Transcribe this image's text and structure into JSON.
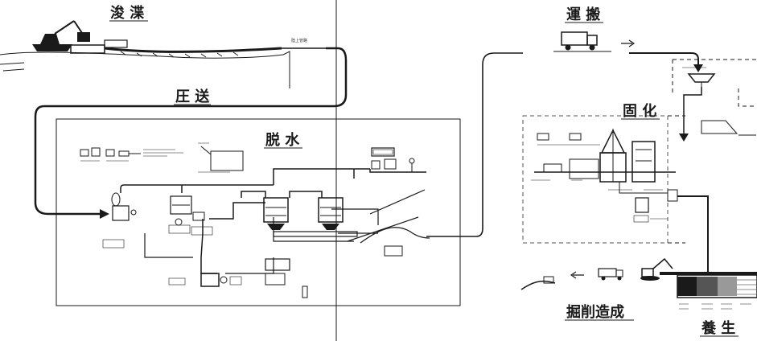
{
  "titles": {
    "dredging": "浚 渫",
    "pumping": "圧 送",
    "dewatering": "脱 水",
    "transport": "運 搬",
    "solidification": "固 化",
    "excavation": "掘削造成",
    "curing": "養 生"
  },
  "labels": {
    "land_pipe": "陸上管路"
  },
  "colors": {
    "ink": "#1a1a1a",
    "paper": "#ffffff",
    "dash": "#555555"
  }
}
